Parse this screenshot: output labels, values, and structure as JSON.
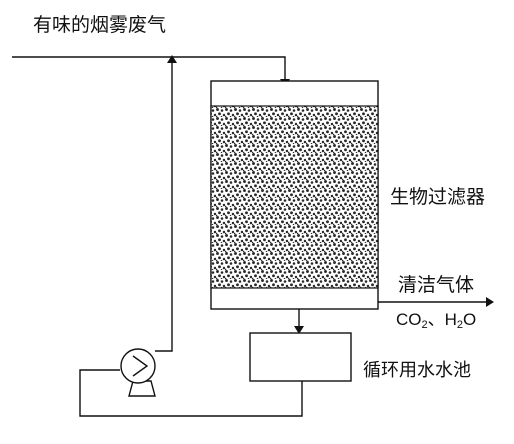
{
  "labels": {
    "inlet_gas": "有味的烟雾废气",
    "biofilter": "生物过滤器",
    "clean_gas": "清洁气体",
    "products": {
      "co2_main": "CO",
      "co2_sub": "2",
      "separator": "、",
      "h2o_h": "H",
      "h2o_sub": "2",
      "h2o_o": "O"
    },
    "water_tank": "循环用水水池"
  },
  "colors": {
    "background": "#ffffff",
    "stroke": "#111111",
    "packing_dark": "#2b2b2b",
    "packing_light": "#ffffff"
  },
  "icons": {
    "pump": "pump-icon"
  }
}
